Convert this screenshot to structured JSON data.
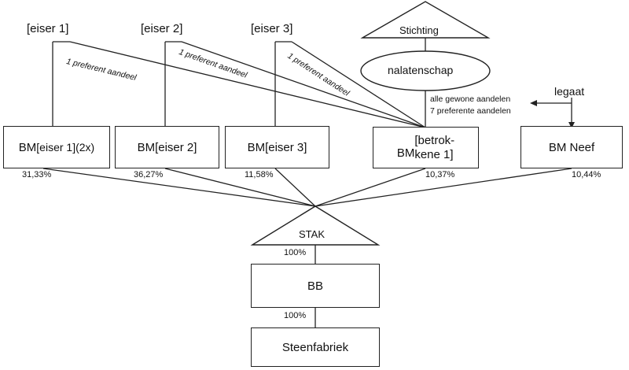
{
  "top_labels": {
    "eiser1": "[eiser 1]",
    "eiser2": "[eiser 2]",
    "eiser3": "[eiser 3]",
    "stichting": "Stichting",
    "nalatenschap": "nalatenschap",
    "legaat": "legaat"
  },
  "share_labels": {
    "pref1": "1 preferent aandeel",
    "pref2": "1 preferent aandeel",
    "pref3": "1 preferent aandeel",
    "gewone": "alle gewone aandelen",
    "preferente": "7 preferente aandelen"
  },
  "bm_boxes": {
    "bm1_prefix": "BM",
    "bm1": "[eiser 1](2x)",
    "bm2_prefix": "BM",
    "bm2": "[eiser 2]",
    "bm3_prefix": "BM",
    "bm3": "[eiser 3]",
    "bm4_prefix": "BM",
    "bm4_line1": "[betrok-",
    "bm4_line2": "kene 1]",
    "bm5": "BM Neef"
  },
  "percentages": {
    "bm1": "31,33%",
    "bm2": "36,27%",
    "bm3": "11,58%",
    "bm4": "10,37%",
    "bm5": "10,44%",
    "stak_bb": "100%",
    "bb_steenfabriek": "100%"
  },
  "bottom": {
    "stak": "STAK",
    "bb": "BB",
    "steenfabriek": "Steenfabriek"
  }
}
